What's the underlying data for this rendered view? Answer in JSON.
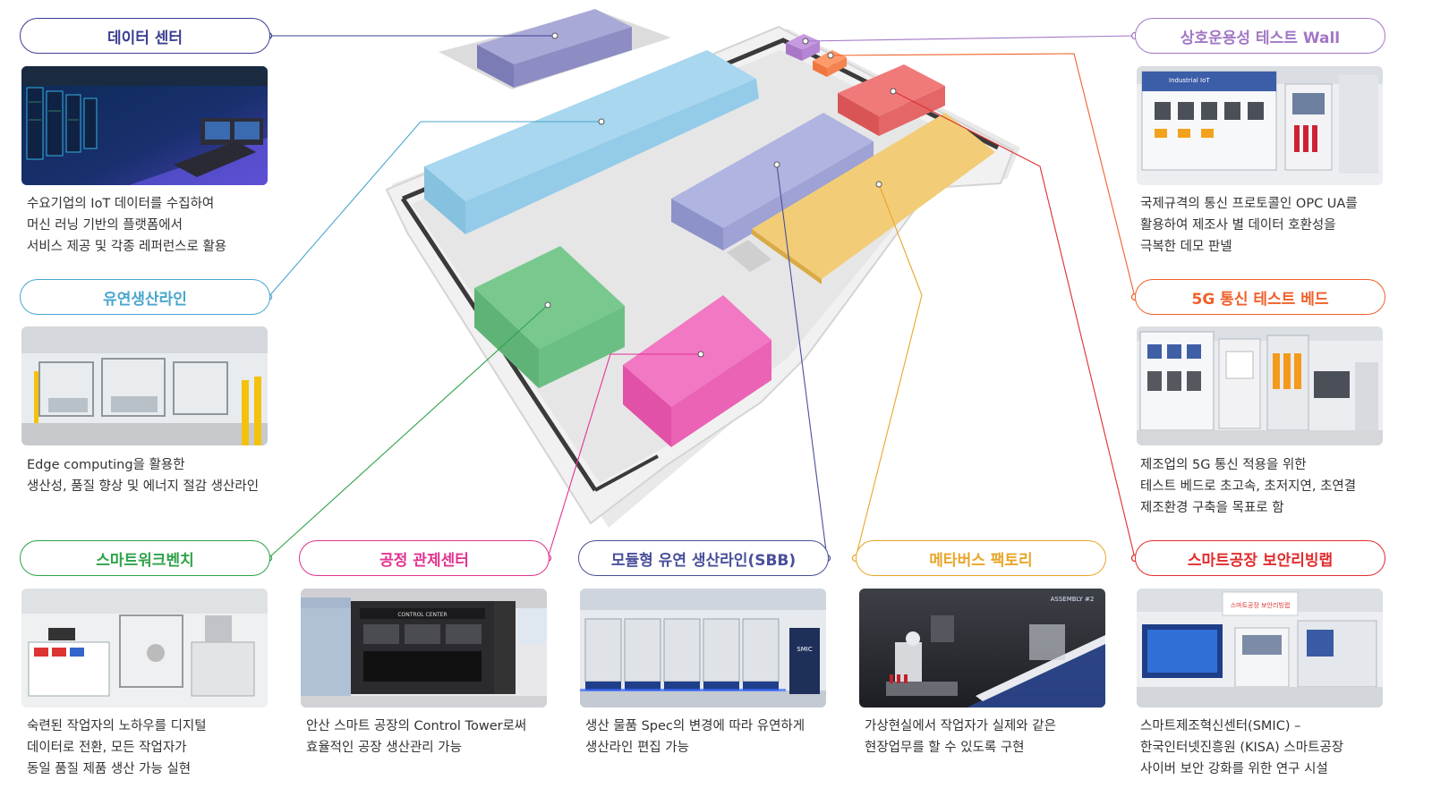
{
  "sections": [
    {
      "key": "datacenter",
      "label": "데이터 센터",
      "color": "#3b3f8f",
      "desc": [
        "수요기업의 IoT 데이터를 수집하여",
        "머신 러닝 기반의 플랫폼에서",
        "서비스 제공 및 각종 레퍼런스로 활용"
      ]
    },
    {
      "key": "flexible",
      "label": "유연생산라인",
      "color": "#4aa6cf",
      "desc": [
        "Edge computing을 활용한",
        "생산성, 품질 향상 및 에너지 절감 생산라인"
      ]
    },
    {
      "key": "workbench",
      "label": "스마트워크벤치",
      "color": "#2fa24a",
      "desc": [
        "숙련된 작업자의 노하우를 디지털",
        "데이터로 전환, 모든 작업자가",
        "동일 품질 제품 생산 가능 실현"
      ]
    },
    {
      "key": "control",
      "label": "공정 관제센터",
      "color": "#e2338f",
      "desc": [
        "안산 스마트 공장의 Control Tower로써",
        "효율적인 공장 생산관리 가능"
      ]
    },
    {
      "key": "sbb",
      "label": "모듈형 유연 생산라인(SBB)",
      "color": "#4a4f9a",
      "desc": [
        "생산 물품 Spec의 변경에 따라 유연하게",
        "생산라인 편집 가능"
      ]
    },
    {
      "key": "metaverse",
      "label": "메타버스 팩토리",
      "color": "#e8a62a",
      "desc": [
        "가상현실에서 작업자가 실제와 같은",
        "현장업무를 할 수 있도록 구현"
      ]
    },
    {
      "key": "interop",
      "label": "상호운용성 테스트 Wall",
      "color": "#a277c4",
      "desc": [
        "국제규격의 통신 프로토콜인 OPC UA를",
        "활용하여 제조사 별 데이터 호환성을",
        "극복한 데모 판넬"
      ]
    },
    {
      "key": "fiveg",
      "label": "5G 통신 테스트 베드",
      "color": "#f0602a",
      "desc": [
        "제조업의 5G 통신 적용을 위한",
        "테스트 베드로 초고속, 초저지연, 초연결",
        "제조환경 구축을 목표로 함"
      ]
    },
    {
      "key": "security",
      "label": "스마트공장 보안리빙랩",
      "color": "#e12d2d",
      "desc": [
        "스마트제조혁신센터(SMIC) –",
        "한국인터넷진흥원 (KISA) 스마트공장",
        "사이버 보안 강화를 위한 연구 시설"
      ]
    }
  ],
  "photo_signs": {
    "interop": "Industrial IoT",
    "control": "CONTROL CENTER",
    "sbb": "SMIC",
    "metaverse": "ASSEMBLY #2",
    "security": "스마트공장 보안리빙랩"
  }
}
